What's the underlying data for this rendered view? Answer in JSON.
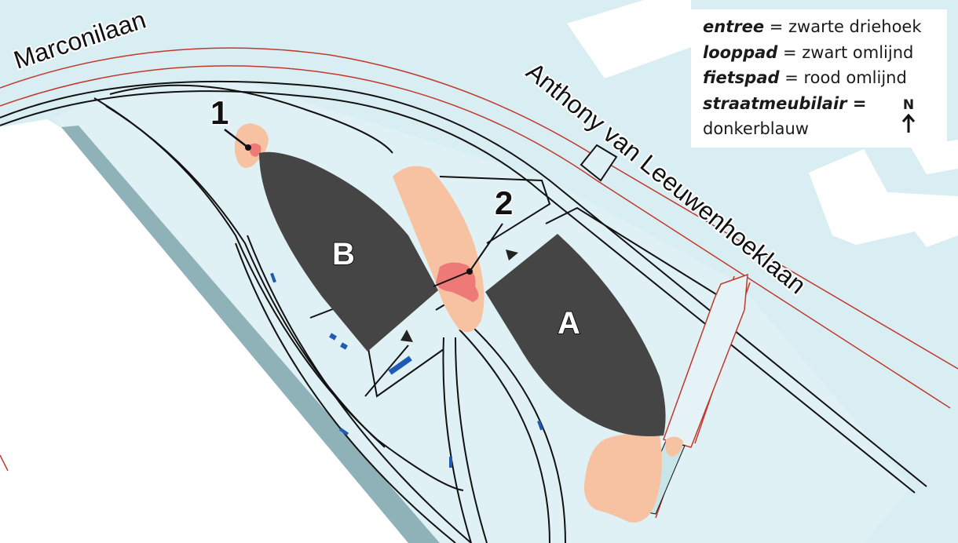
{
  "map": {
    "street_labels": [
      "Marconilaan",
      "Anthony van Leeuwenhoeklaan"
    ],
    "building_labels": [
      "A",
      "B"
    ],
    "marker_labels": [
      "1",
      "2"
    ]
  },
  "legend": {
    "rows": [
      {
        "term": "entree",
        "desc": " = zwarte driehoek"
      },
      {
        "term": "looppad",
        "desc": " = zwart omlijnd"
      },
      {
        "term": "fietspad",
        "desc": " = rood omlijnd"
      },
      {
        "term": "straatmeubilair =",
        "desc": ""
      },
      {
        "term": "",
        "desc": "donkerblauw"
      }
    ],
    "north_label": "N"
  },
  "colors": {
    "background": "#d9eef3",
    "building": "#454545",
    "green_area": "#f7c2a1",
    "marker_area": "#ee7a77",
    "bike_path": "#c0392b",
    "furniture": "#1f5bb5",
    "white_block": "#ffffff"
  }
}
